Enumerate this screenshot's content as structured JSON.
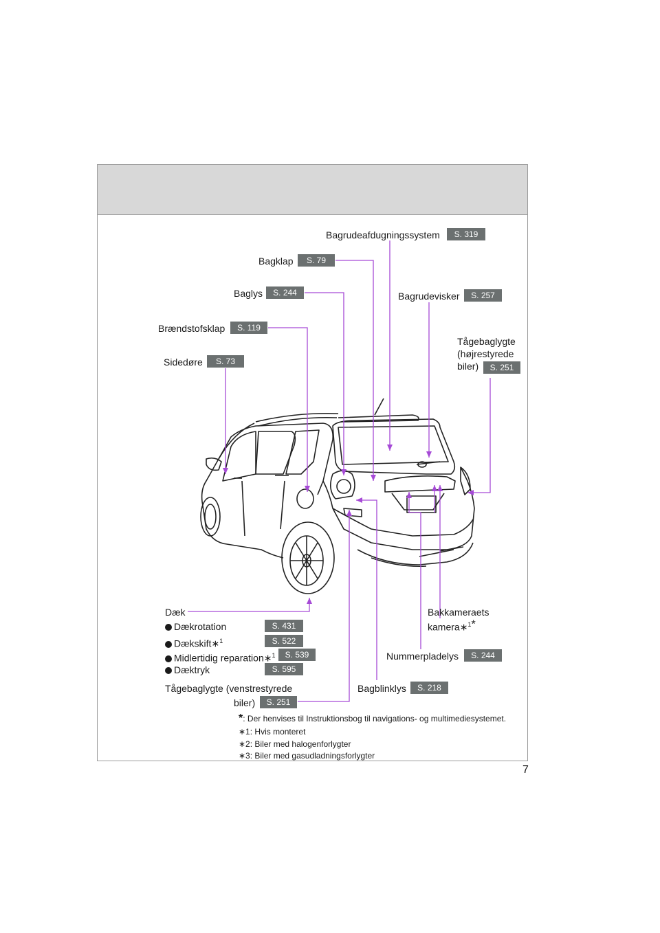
{
  "page_number": "7",
  "labels": {
    "bagrudeafdugning": "Bagrudeafdugningssystem",
    "bagklap": "Bagklap",
    "baglys": "Baglys",
    "bagrudevisker": "Bagrudevisker",
    "braendstofsklap": "Brændstofsklap",
    "tagebaglygte_hojre": [
      "Tågebaglygte",
      "(højrestyrede",
      "biler)"
    ],
    "sidedore": "Sidedøre",
    "daek": "Dæk",
    "daekrotation": "Dækrotation",
    "daekskift": "Dækskift",
    "midlertidig": "Midlertidig reparation",
    "daektryk": "Dæktryk",
    "tagebaglygte_venstre": [
      "Tågebaglygte (venstrestyrede",
      "biler)"
    ],
    "bakkameraets": [
      "Bakkameraets",
      "kamera"
    ],
    "nummerpladelys": "Nummerpladelys",
    "bagblinklys": "Bagblinklys",
    "ast": "∗",
    "sup1": "1",
    "star": "*"
  },
  "refs": {
    "bagrudeafdugning": "S. 319",
    "bagklap": "S. 79",
    "baglys": "S. 244",
    "bagrudevisker": "S. 257",
    "braendstofsklap": "S. 119",
    "tagebaglygte_hojre": "S. 251",
    "sidedore": "S. 73",
    "daekrotation": "S. 431",
    "daekskift": "S. 522",
    "midlertidig": "S. 539",
    "daektryk": "S. 595",
    "tagebaglygte_venstre": "S. 251",
    "nummerpladelys": "S. 244",
    "bagblinklys": "S. 218"
  },
  "notes": {
    "star_mark": "*",
    "star": ": Der henvises til Instruktionsbog til navigations- og multimediesystemet.",
    "n1_mark": "∗1",
    "n1": ": Hvis monteret",
    "n2_mark": "∗2",
    "n2": ": Biler med halogenforlygter",
    "n3_mark": "∗3",
    "n3": ": Biler med gasudladningsforlygter"
  },
  "colors": {
    "leader": "#a64ad6",
    "tag_bg": "#6b7070",
    "band": "#d8d8d8"
  }
}
